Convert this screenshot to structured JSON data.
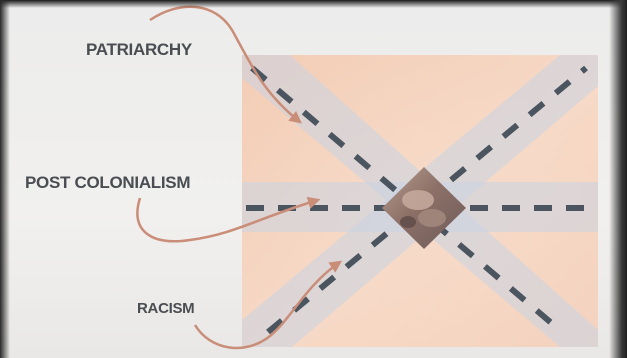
{
  "diagram": {
    "labels": {
      "patriarchy": "PATRIARCHY",
      "post_colonialism": "POST COLONIALISM",
      "racism": "RACISM"
    },
    "colors": {
      "label_text": "#4a4d52",
      "arrow": "#c98d78",
      "dash": "#4b5560",
      "band": "#c9d4e4",
      "panel_warm": "#f2c9b2"
    }
  }
}
